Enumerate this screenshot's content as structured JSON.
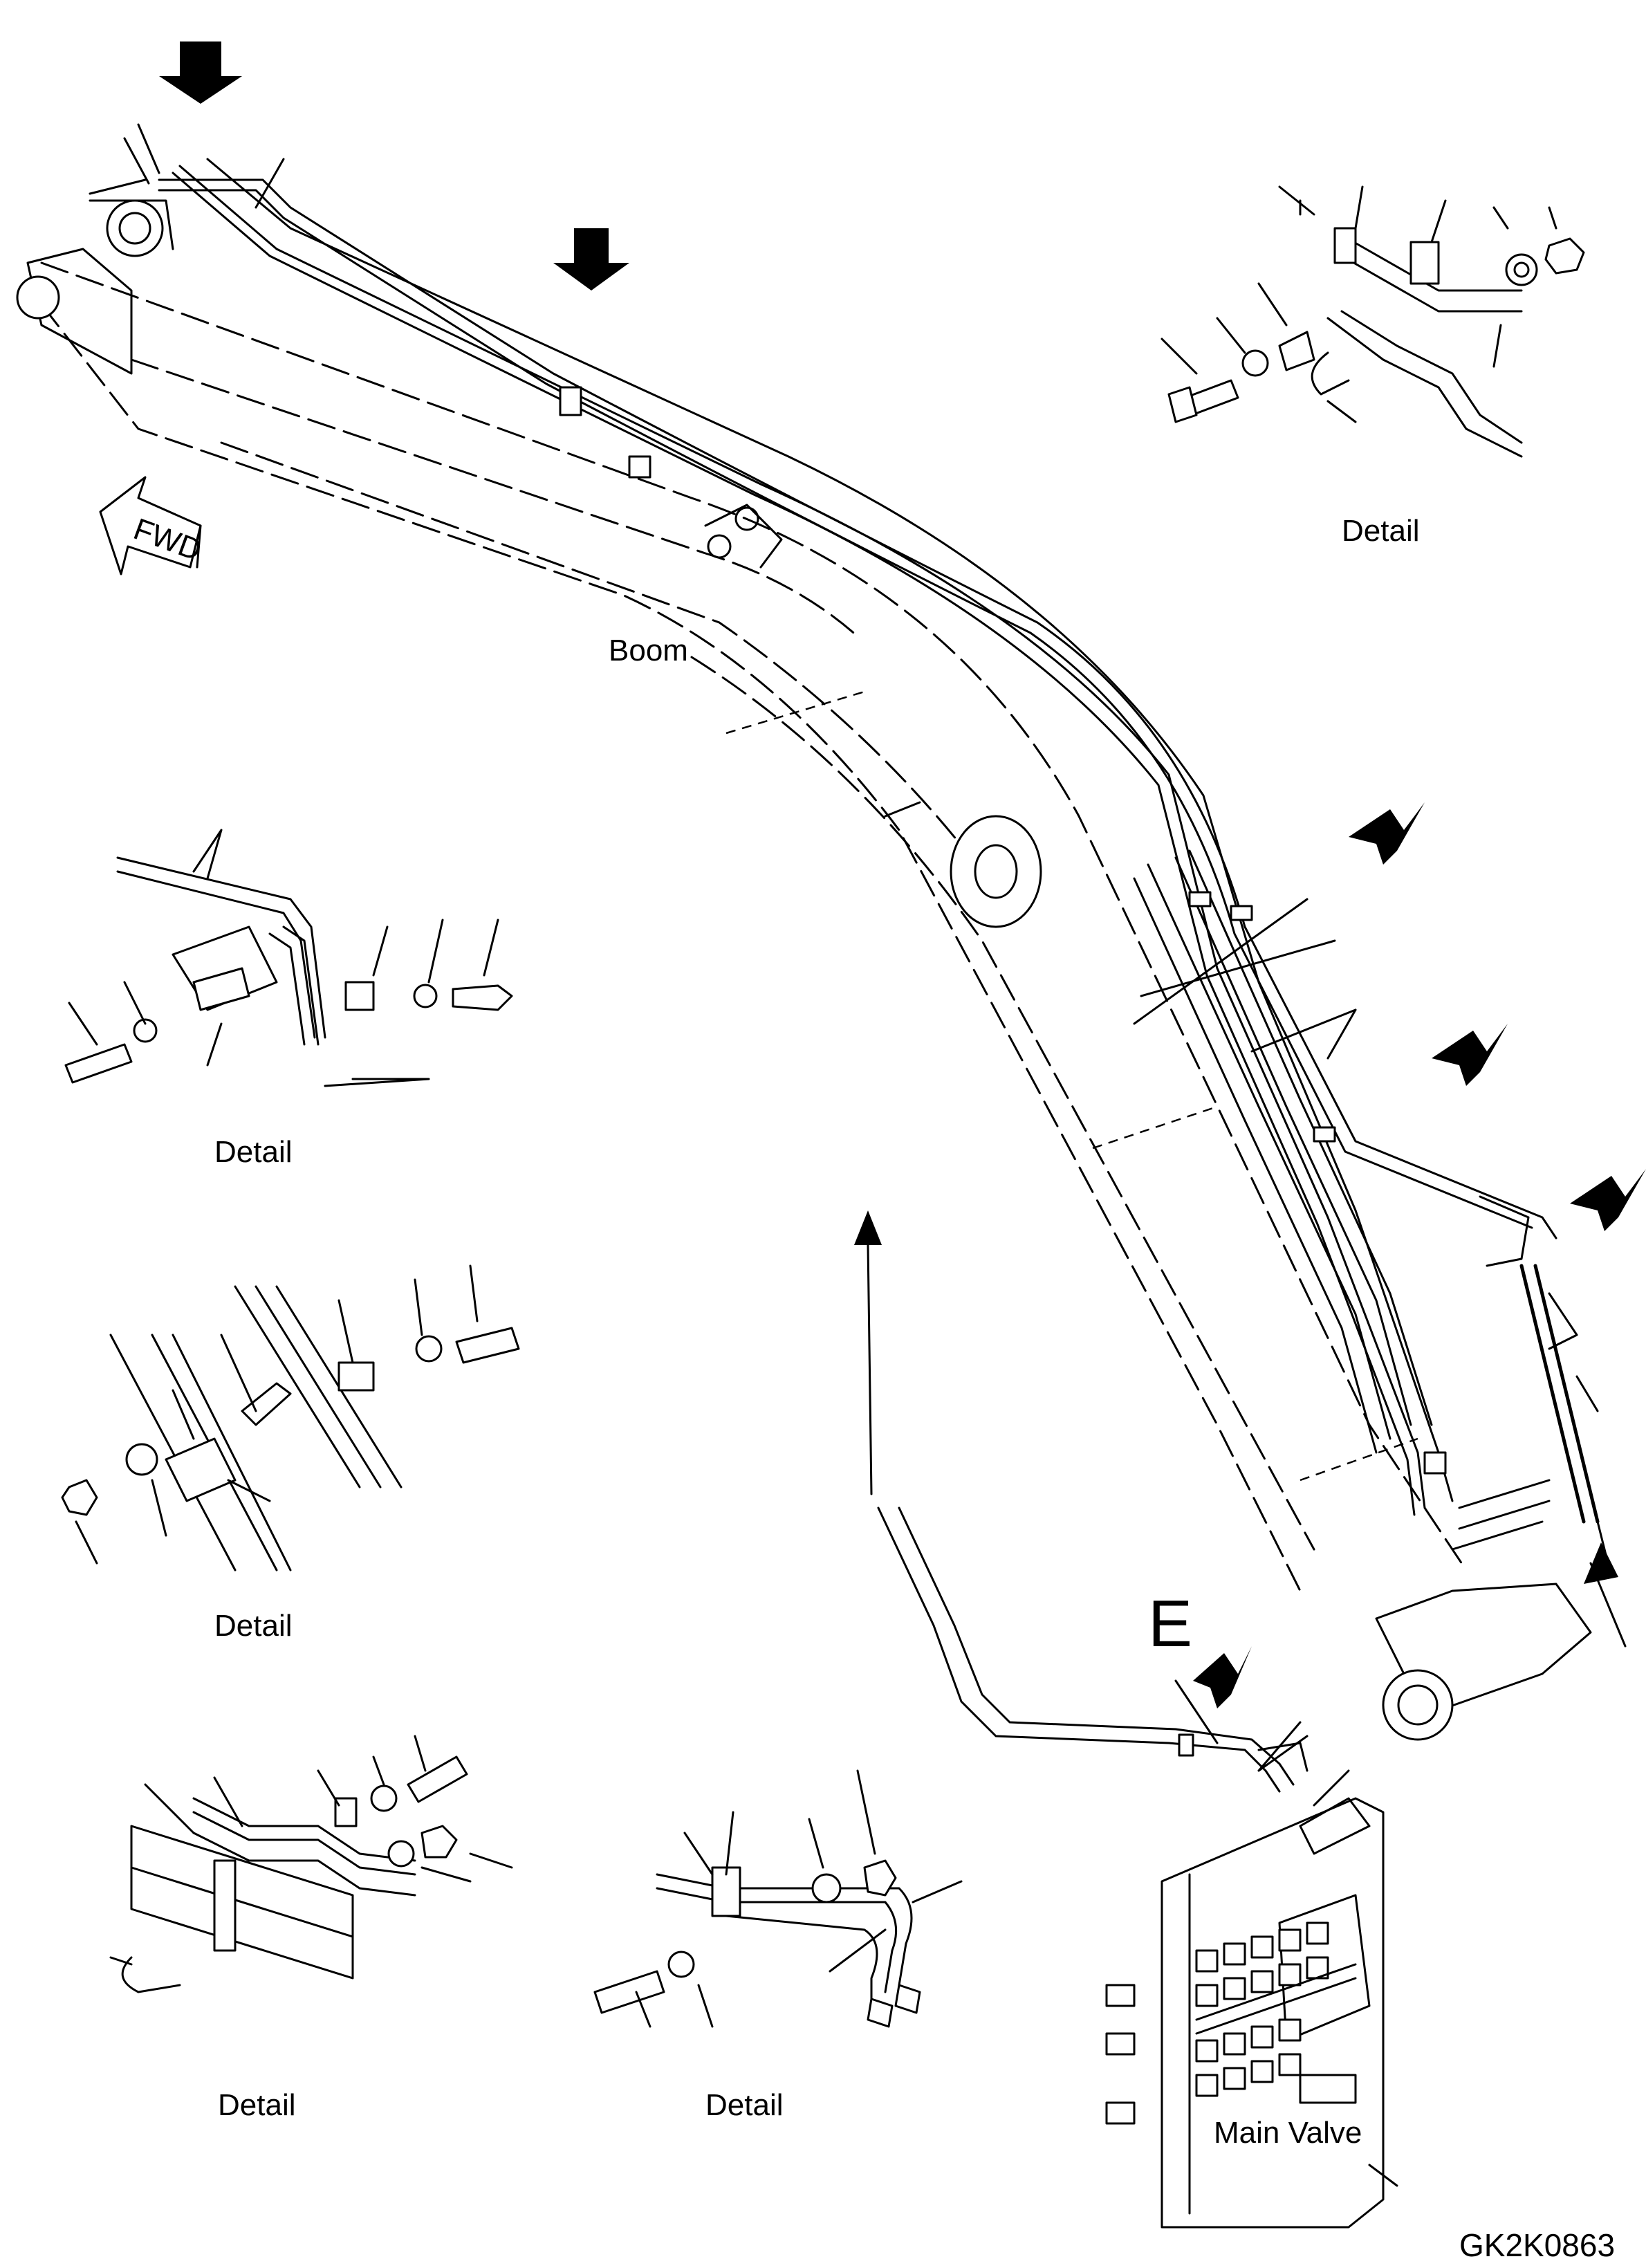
{
  "labels": {
    "boom": "Boom",
    "fwd": "FWD",
    "section_e": "E",
    "main_valve": "Main Valve",
    "drawing_code": "GK2K0863",
    "detail_top_right": "Detail",
    "detail_mid_left_1": "Detail",
    "detail_mid_left_2": "Detail",
    "detail_bottom_left": "Detail",
    "detail_bottom_center": "Detail"
  },
  "icons": {
    "view_arrow": "solid-black-arrow",
    "fwd_arrow": "outlined-direction-arrow",
    "continuation_arrow": "line-arrow"
  },
  "colors": {
    "ink": "#000000",
    "paper": "#ffffff"
  }
}
